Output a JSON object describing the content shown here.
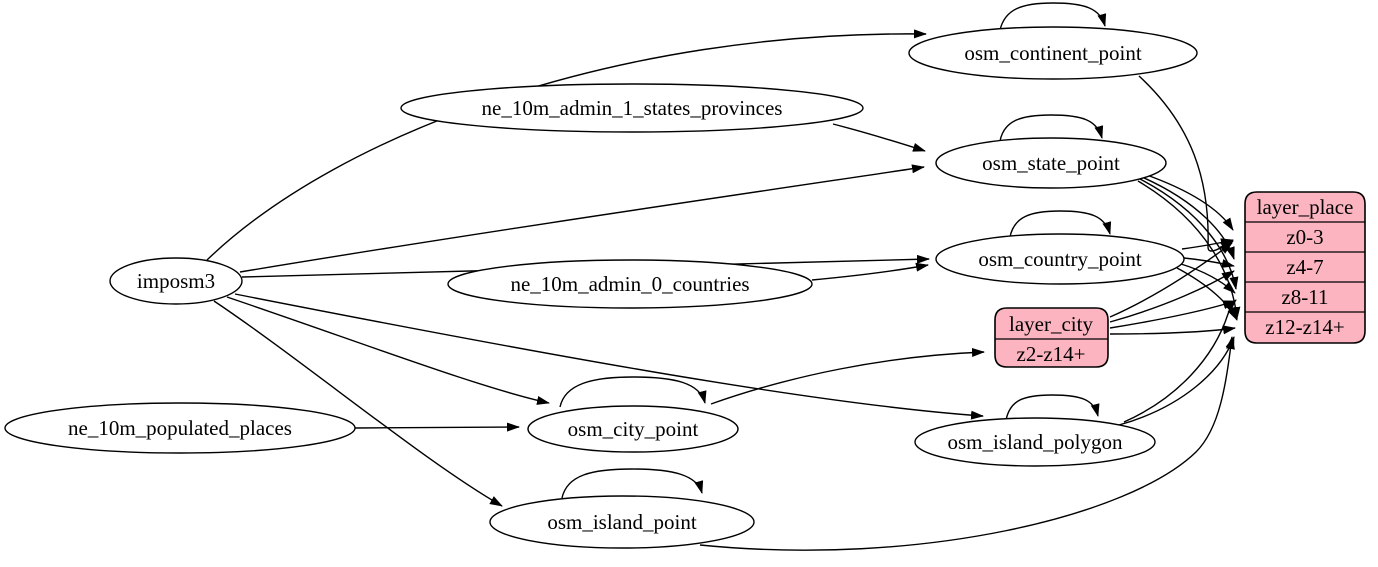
{
  "diagram_type": "graphviz-etl-dependency-graph",
  "colors": {
    "background": "#ffffff",
    "node_fill": "#ffffff",
    "record_fill": "#fbb4c0",
    "stroke": "#000000"
  },
  "nodes": {
    "imposm3": {
      "label": "imposm3",
      "shape": "ellipse"
    },
    "ne_10m_admin_1_states_provinces": {
      "label": "ne_10m_admin_1_states_provinces",
      "shape": "ellipse"
    },
    "ne_10m_admin_0_countries": {
      "label": "ne_10m_admin_0_countries",
      "shape": "ellipse"
    },
    "ne_10m_populated_places": {
      "label": "ne_10m_populated_places",
      "shape": "ellipse"
    },
    "osm_continent_point": {
      "label": "osm_continent_point",
      "shape": "ellipse"
    },
    "osm_state_point": {
      "label": "osm_state_point",
      "shape": "ellipse"
    },
    "osm_country_point": {
      "label": "osm_country_point",
      "shape": "ellipse"
    },
    "osm_city_point": {
      "label": "osm_city_point",
      "shape": "ellipse"
    },
    "osm_island_polygon": {
      "label": "osm_island_polygon",
      "shape": "ellipse"
    },
    "osm_island_point": {
      "label": "osm_island_point",
      "shape": "ellipse"
    }
  },
  "records": {
    "layer_place": {
      "title": "layer_place",
      "rows": [
        "z0-3",
        "z4-7",
        "z8-11",
        "z12-z14+"
      ]
    },
    "layer_city": {
      "title": "layer_city",
      "rows": [
        "z2-z14+"
      ]
    }
  },
  "edges": [
    {
      "from": "imposm3",
      "to": "osm_continent_point"
    },
    {
      "from": "imposm3",
      "to": "osm_state_point"
    },
    {
      "from": "imposm3",
      "to": "osm_country_point"
    },
    {
      "from": "imposm3",
      "to": "osm_city_point"
    },
    {
      "from": "imposm3",
      "to": "osm_island_polygon"
    },
    {
      "from": "imposm3",
      "to": "osm_island_point"
    },
    {
      "from": "ne_10m_admin_1_states_provinces",
      "to": "osm_state_point"
    },
    {
      "from": "ne_10m_admin_0_countries",
      "to": "osm_country_point"
    },
    {
      "from": "ne_10m_populated_places",
      "to": "osm_city_point"
    },
    {
      "from": "osm_continent_point",
      "to": "osm_continent_point",
      "self_loop": true
    },
    {
      "from": "osm_state_point",
      "to": "osm_state_point",
      "self_loop": true
    },
    {
      "from": "osm_country_point",
      "to": "osm_country_point",
      "self_loop": true
    },
    {
      "from": "osm_city_point",
      "to": "osm_city_point",
      "self_loop": true
    },
    {
      "from": "osm_island_polygon",
      "to": "osm_island_polygon",
      "self_loop": true
    },
    {
      "from": "osm_island_point",
      "to": "osm_island_point",
      "self_loop": true
    },
    {
      "from": "osm_continent_point",
      "to": "layer_place",
      "row": "z0-3"
    },
    {
      "from": "osm_state_point",
      "to": "layer_place",
      "row": "z0-3"
    },
    {
      "from": "osm_state_point",
      "to": "layer_place",
      "row": "z4-7"
    },
    {
      "from": "osm_state_point",
      "to": "layer_place",
      "row": "z8-11"
    },
    {
      "from": "osm_state_point",
      "to": "layer_place",
      "row": "z12-z14+"
    },
    {
      "from": "osm_country_point",
      "to": "layer_place",
      "row": "z0-3"
    },
    {
      "from": "osm_country_point",
      "to": "layer_place",
      "row": "z4-7"
    },
    {
      "from": "osm_country_point",
      "to": "layer_place",
      "row": "z8-11"
    },
    {
      "from": "osm_country_point",
      "to": "layer_place",
      "row": "z12-z14+"
    },
    {
      "from": "osm_city_point",
      "to": "layer_city",
      "row": "z2-z14+"
    },
    {
      "from": "layer_city",
      "to": "layer_place",
      "row": "z0-3"
    },
    {
      "from": "layer_city",
      "to": "layer_place",
      "row": "z4-7"
    },
    {
      "from": "layer_city",
      "to": "layer_place",
      "row": "z8-11"
    },
    {
      "from": "layer_city",
      "to": "layer_place",
      "row": "z12-z14+"
    },
    {
      "from": "osm_island_polygon",
      "to": "layer_place",
      "row": "z8-11"
    },
    {
      "from": "osm_island_polygon",
      "to": "layer_place",
      "row": "z12-z14+"
    },
    {
      "from": "osm_island_point",
      "to": "layer_place",
      "row": "z12-z14+"
    }
  ]
}
